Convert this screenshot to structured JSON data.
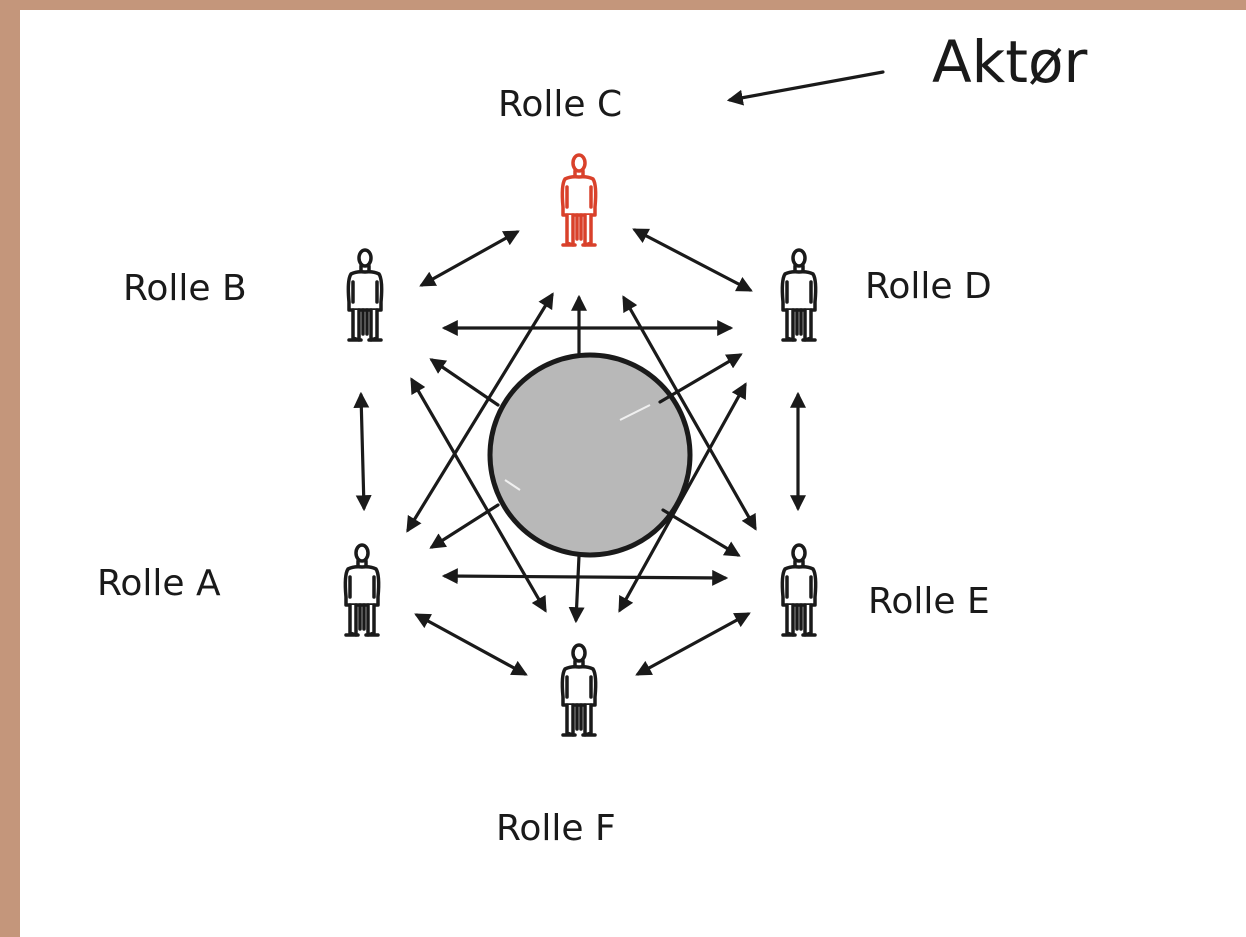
{
  "actor": {
    "label": "Aktør",
    "target_role": "Rolle C",
    "color": "#d9412b"
  },
  "roles": [
    {
      "id": "a",
      "label": "Rolle A",
      "highlighted": false
    },
    {
      "id": "b",
      "label": "Rolle B",
      "highlighted": false
    },
    {
      "id": "c",
      "label": "Rolle C",
      "highlighted": true
    },
    {
      "id": "d",
      "label": "Rolle D",
      "highlighted": false
    },
    {
      "id": "e",
      "label": "Rolle E",
      "highlighted": false
    },
    {
      "id": "f",
      "label": "Rolle F",
      "highlighted": false
    }
  ],
  "center_shape": {
    "type": "circle",
    "fill": "#b8b8b8"
  },
  "background": "#c4967b"
}
